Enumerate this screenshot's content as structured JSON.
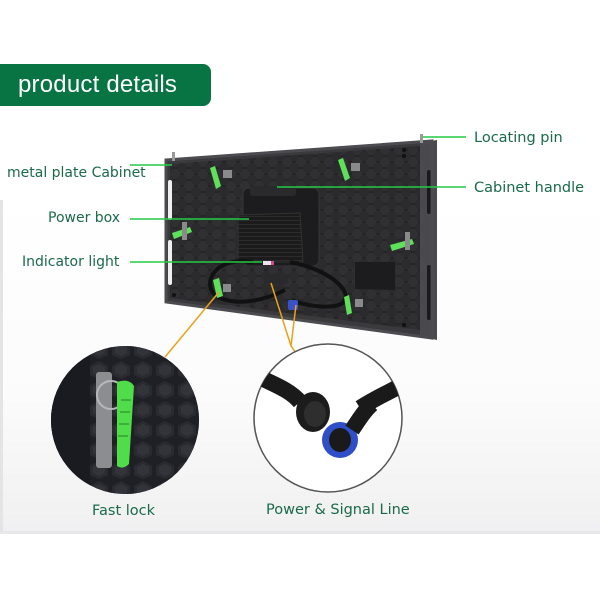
{
  "header": {
    "badge_label": "product details"
  },
  "callouts": {
    "locating_pin": "Locating pin",
    "cabinet_handle": "Cabinet handle",
    "metal_plate_cabinet": "metal plate Cabinet",
    "power_box": "Power box",
    "indicator_light": "Indicator light"
  },
  "details": {
    "fast_lock": "Fast lock",
    "power_signal_line": "Power & Signal Line"
  },
  "colors": {
    "badge_bg": "#087443",
    "label_text": "#1a6a4a",
    "leader_line_green": "#22cc44",
    "leader_line_orange": "#e8a21a",
    "lock_green": "#5fe05a",
    "connector_blue": "#2f4fc8"
  }
}
